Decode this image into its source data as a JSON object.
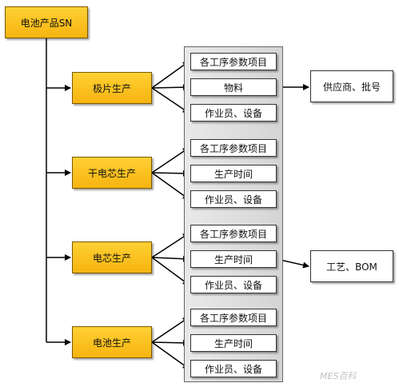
{
  "root": {
    "label": "电池产品SN"
  },
  "stages": [
    {
      "label": "极片生产",
      "details": [
        "各工序参数项目",
        "物料",
        "作业员、设备"
      ]
    },
    {
      "label": "干电芯生产",
      "details": [
        "各工序参数项目",
        "生产时间",
        "作业员、设备"
      ]
    },
    {
      "label": "电芯生产",
      "details": [
        "各工序参数项目",
        "生产时间",
        "作业员、设备"
      ]
    },
    {
      "label": "电池生产",
      "details": [
        "各工序参数项目",
        "生产时间",
        "作业员、设备"
      ]
    }
  ],
  "extras": {
    "supplier": {
      "label": "供应商、批号"
    },
    "process_bom": {
      "label": "工艺、BOM"
    }
  },
  "watermark": {
    "text": "MES百科"
  },
  "colors": {
    "node_fill": "#f6b410",
    "panel_fill": "#dcdcdc",
    "line": "#000000"
  }
}
